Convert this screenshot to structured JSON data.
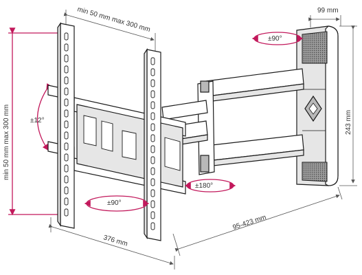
{
  "labels": {
    "top_span": "min 50 mm max 300 mm",
    "left_span": "min 50 mm max 300 mm",
    "tilt": "±12°",
    "rotate_plate": "±90°",
    "rotate_arm": "±180°",
    "rotate_wall": "±90°",
    "depth": "99 mm",
    "height": "243 mm",
    "extension": "95-423 mm",
    "width": "376 mm"
  },
  "colors": {
    "accent": "#c2185b",
    "line": "#1a1a1a",
    "dimension": "#555555"
  }
}
